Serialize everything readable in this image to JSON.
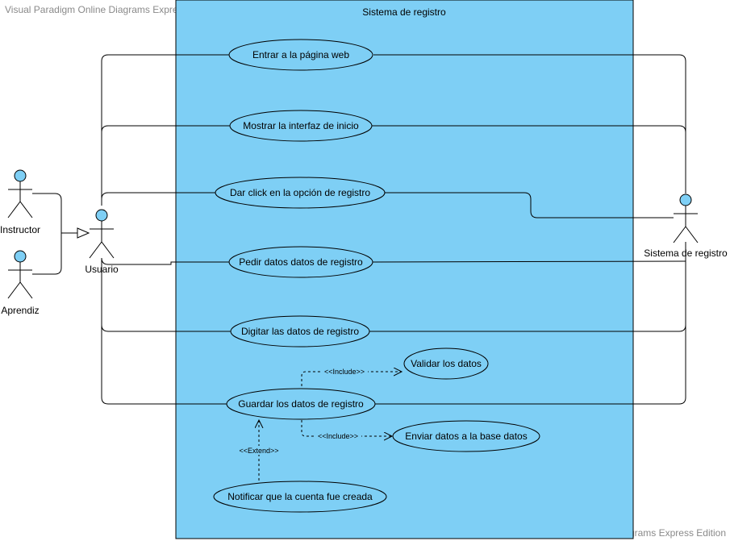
{
  "watermark": {
    "top_left": "Visual Paradigm Online Diagrams Express Edition",
    "bottom_right": "Visual Paradigm Online Diagrams Express Edition"
  },
  "colors": {
    "system_fill": "#7ecff5",
    "actor_head": "#7ecff5",
    "ellipse_fill": "#7ecff5",
    "stroke": "#000000"
  },
  "system": {
    "title": "Sistema de registro"
  },
  "actors": {
    "instructor": "Instructor",
    "aprendiz": "Aprendiz",
    "usuario": "Usuario",
    "sistema": "Sistema de registro"
  },
  "use_cases": {
    "uc1": "Entrar a la página web",
    "uc2": "Mostrar la interfaz de inicio",
    "uc3": "Dar click en la opción de registro",
    "uc4": "Pedir datos datos de registro",
    "uc5": "Digitar las datos de registro",
    "uc6": "Guardar los datos de registro",
    "uc7": "Validar los datos",
    "uc8": "Enviar datos a la base datos",
    "uc9": "Notificar que la cuenta fue creada"
  },
  "relations": {
    "include1": "<<Include>>",
    "include2": "<<Include>>",
    "extend": "<<Extend>>"
  }
}
